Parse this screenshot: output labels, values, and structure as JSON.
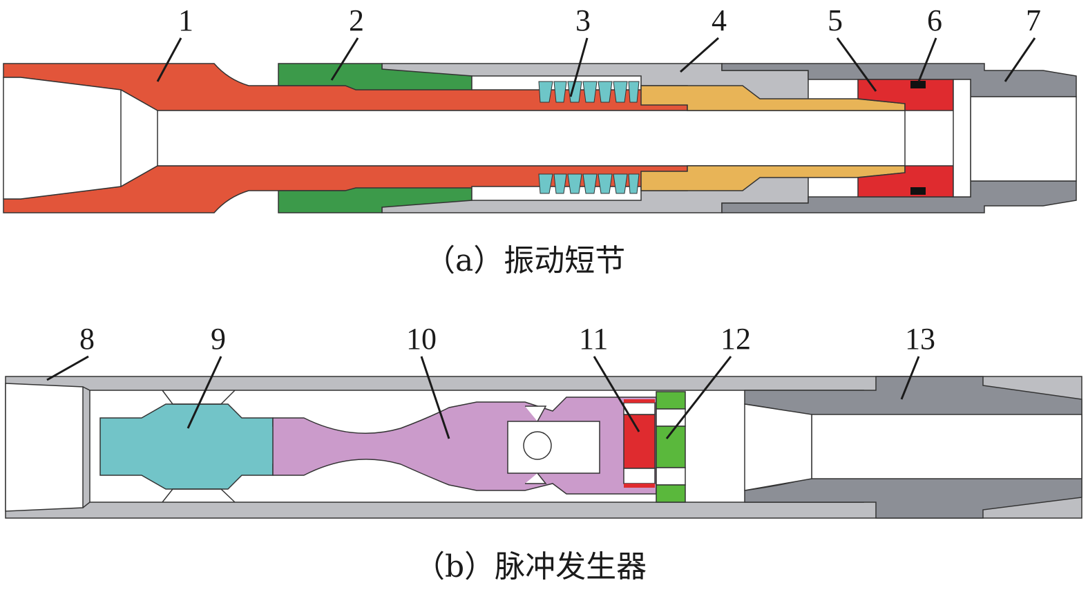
{
  "figure": {
    "caption_a": "（a）振动短节",
    "caption_b": "（b）脉冲发生器",
    "labels_a": [
      "1",
      "2",
      "3",
      "4",
      "5",
      "6",
      "7"
    ],
    "labels_b": [
      "8",
      "9",
      "10",
      "11",
      "12",
      "13"
    ]
  },
  "colors": {
    "part1_orange": "#E2553A",
    "part2_green": "#3C9A4A",
    "part3_spring": "#6EC6C8",
    "part4_yellow": "#E8B457",
    "part5_red": "#DF2B2F",
    "housing_light": "#BDBEC2",
    "housing_dark": "#8C8F96",
    "part9_cyan": "#72C4C8",
    "part10_pink": "#CB9BCB",
    "part11_red": "#DF2B2F",
    "part12_green": "#5AB83C",
    "black": "#111111"
  }
}
